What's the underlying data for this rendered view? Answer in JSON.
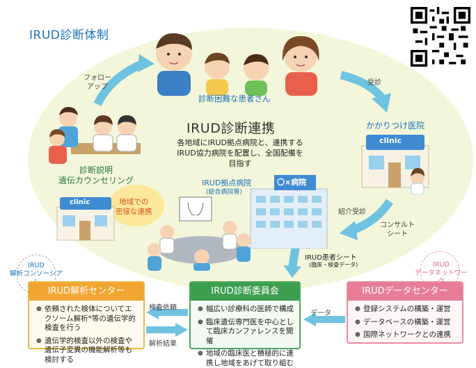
{
  "title": "IRUD診断体制",
  "patients_label": "診断困難な患者さん",
  "center": {
    "title": "IRUD診断連携",
    "description": "各地域にIRUD拠点病院と、連携するIRUD協力病院を配置し、全国配備を目指す"
  },
  "follow_up": "フォロー\nアップ",
  "consultation": "受診",
  "family_doctor": "かかりつけ医院",
  "clinic_sign": "clinic",
  "clinic_sign_left": "clinic",
  "counseling": "診断説明\n遺伝カウンセリング",
  "regional": "地域での\n密接な連携",
  "hub_hospital": "IRUD拠点病院",
  "hub_hospital_sub": "(総合病院等)",
  "hospital_sign": "〇×病院",
  "referral": "紹介受診",
  "consult_sheet": "コンサルト\nシート",
  "patient_sheet": "IRUD患者シート",
  "patient_sheet_sub": "(臨床・検査データ)",
  "consortium": "IRUD\n解析コンソーシアム",
  "data_network": "IRUD\nデータネットワーク",
  "test_request": "検査依頼",
  "analysis_result": "解析結果",
  "data_label": "データ",
  "analysis_center": {
    "title": "IRUD解析センター",
    "items": [
      "依頼された検体についてエクソーム解析*等の遺伝学的検査を行う",
      "遺伝学的検査以外の検査や遺伝子変異の機能解析等も検討する"
    ]
  },
  "committee": {
    "title": "IRUD診断委員会",
    "items": [
      "幅広い診療科の医師で構成",
      "臨床遺伝専門医を中心として臨床カンファレンスを開催",
      "地域の臨床医と積極的に連携し地域をあげて取り組む"
    ]
  },
  "data_center": {
    "title": "IRUDデータセンター",
    "items": [
      "登録システムの構築・運営",
      "データベースの構築・運営",
      "国際ネットワークとの連携"
    ]
  },
  "colors": {
    "blue": "#1a72b8",
    "orange": "#f0a630",
    "green": "#3e9e50",
    "pink": "#e77d97",
    "arrow": "#6fc3e0"
  }
}
